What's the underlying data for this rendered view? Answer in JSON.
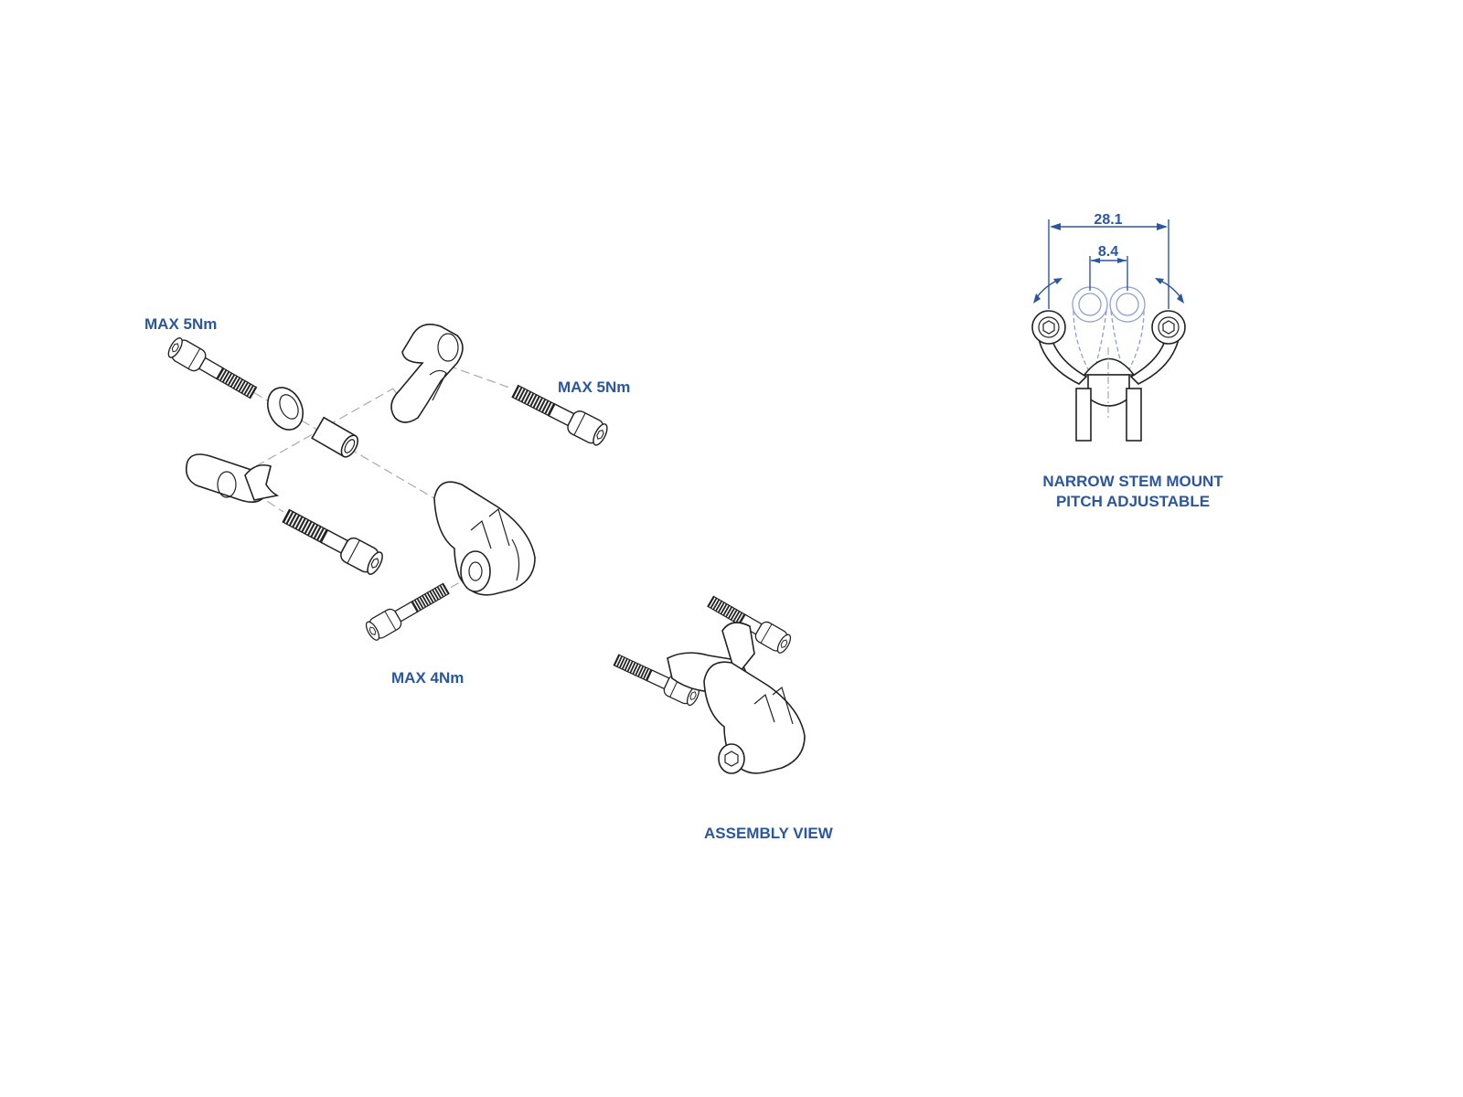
{
  "labels": {
    "torque_top_left": "MAX 5Nm",
    "torque_right": "MAX 5Nm",
    "torque_bottom": "MAX 4Nm",
    "assembly_view": "ASSEMBLY VIEW",
    "stem_mount_line1": "NARROW STEM MOUNT",
    "stem_mount_line2": "PITCH ADJUSTABLE"
  },
  "dimensions": {
    "outer_width": "28.1",
    "inner_width": "8.4"
  },
  "colors": {
    "label": "#2b56a0",
    "line": "#222222"
  }
}
